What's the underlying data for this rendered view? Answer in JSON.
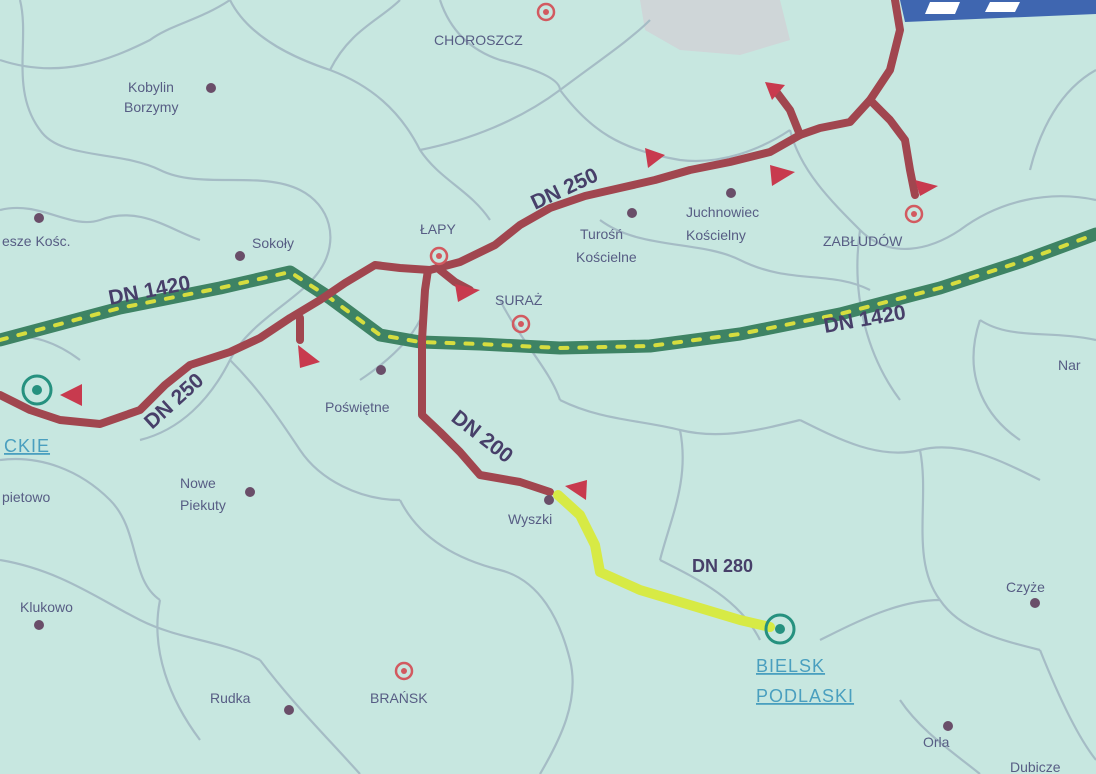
{
  "colors": {
    "map_background": "#c7e7e0",
    "district_border": "#a5bcc5",
    "red_pipeline": "#a1464f",
    "yamal_dark_green": "#3e8364",
    "yamal_yellow": "#d6dd3f",
    "planned_yellow": "#d7ea45",
    "town_dot": "#6a4e69",
    "station_red": "#d25a60",
    "station_green": "#26917f",
    "label_text": "#575d84",
    "pipe_label_text": "#473f69",
    "city_label_blue": "#4a9fbf"
  },
  "pipelines": {
    "yamal_west": "DN 1420",
    "yamal_east": "DN 1420",
    "red_upper": "DN 250",
    "red_lower": "DN 250",
    "red_south": "DN 200",
    "planned": "DN 280"
  },
  "places": {
    "choroszcz": "CHOROSZCZ",
    "kobylin_line1": "Kobylin",
    "kobylin_line2": "Borzymy",
    "kosc": "esze Kośc.",
    "sokoly": "Sokoły",
    "lapy": "ŁAPY",
    "turosn_line1": "Turośń",
    "turosn_line2": "Kościelne",
    "juchnowiec_line1": "Juchnowiec",
    "juchnowiec_line2": "Kościelny",
    "zabludow": "ZABŁUDÓW",
    "suraz": "SURAŻ",
    "posswietne": "Poświętne",
    "nowe_line1": "Nowe",
    "nowe_line2": "Piekuty",
    "pietowo": "pietowo",
    "wyszki": "Wyszki",
    "klukowo": "Klukowo",
    "rudka": "Rudka",
    "bransk": "BRAŃSK",
    "czyze": "Czyże",
    "orla": "Orla",
    "dubicze": "Dubicze",
    "nar": "Nar",
    "ckie": "CKIE",
    "bielsk_line1": "BIELSK",
    "bielsk_line2": "PODLASKI"
  }
}
